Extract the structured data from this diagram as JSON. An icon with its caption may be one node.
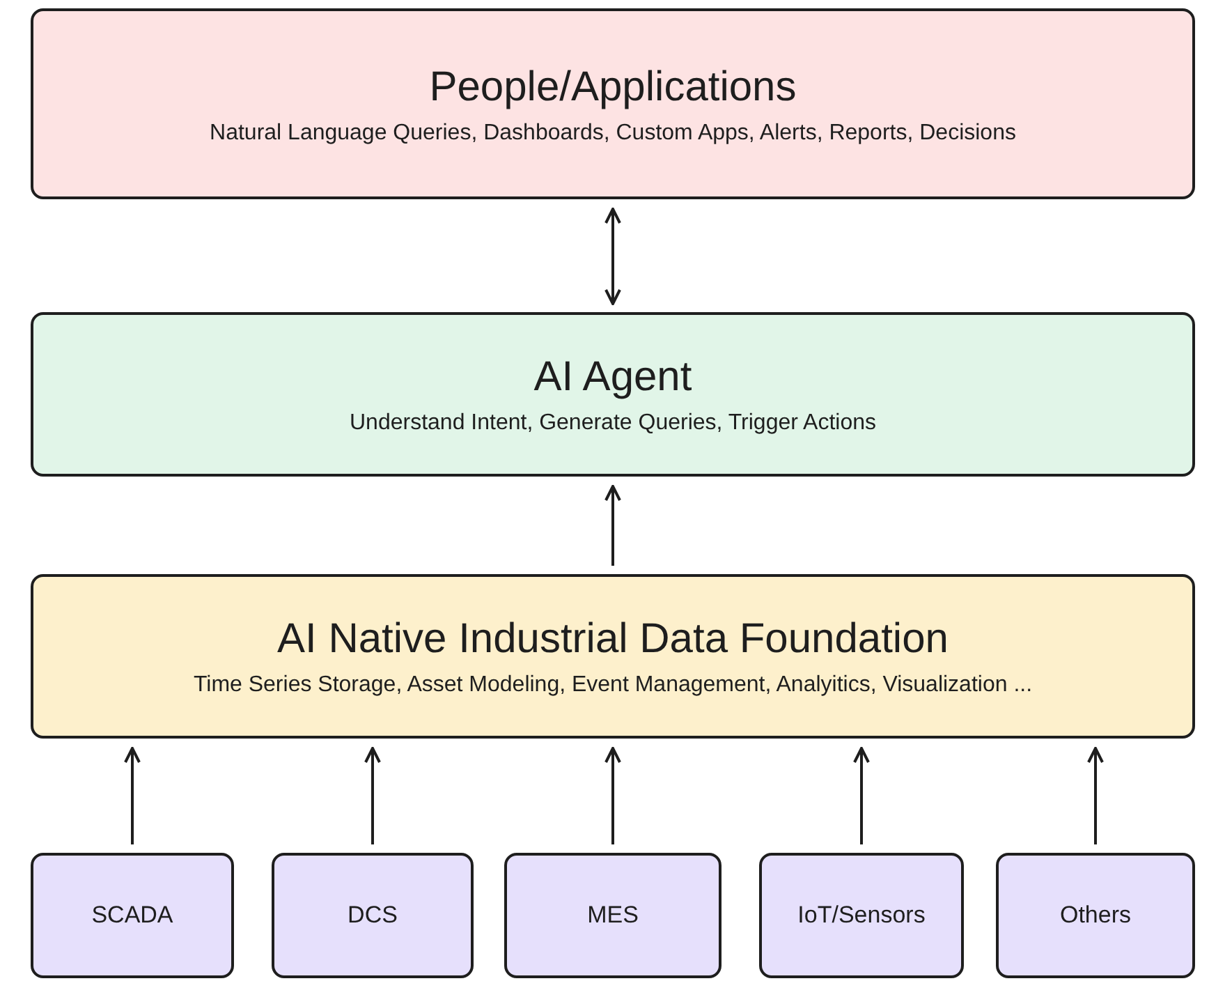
{
  "diagram": {
    "nodes": [
      {
        "text": [
          "People/Applications",
          "Natural Language Queries, Dashboards, Custom Apps, Alerts, Reports, Decisions"
        ]
      },
      {
        "text": [
          "AI Agent",
          "Understand Intent, Generate Queries, Trigger Actions"
        ]
      },
      {
        "text": [
          "AI Native Industrial Data Foundation",
          "Time Series Storage, Asset Modeling, Event Management, Analyitics, Visualization ..."
        ]
      },
      {
        "text": [
          "SCADA"
        ]
      },
      {
        "text": [
          "DCS"
        ]
      },
      {
        "text": [
          "MES"
        ]
      },
      {
        "text": [
          "IoT/Sensors"
        ]
      },
      {
        "text": [
          "Others"
        ]
      }
    ],
    "edges": [
      {
        "from": 1,
        "to": 0,
        "arrow": "both"
      },
      {
        "from": 2,
        "to": 1,
        "arrow": "to"
      },
      {
        "from": 3,
        "to": 2,
        "arrow": "to"
      },
      {
        "from": 4,
        "to": 2,
        "arrow": "to"
      },
      {
        "from": 5,
        "to": 2,
        "arrow": "to"
      },
      {
        "from": 6,
        "to": 2,
        "arrow": "to"
      },
      {
        "from": 7,
        "to": 2,
        "arrow": "to"
      }
    ]
  }
}
